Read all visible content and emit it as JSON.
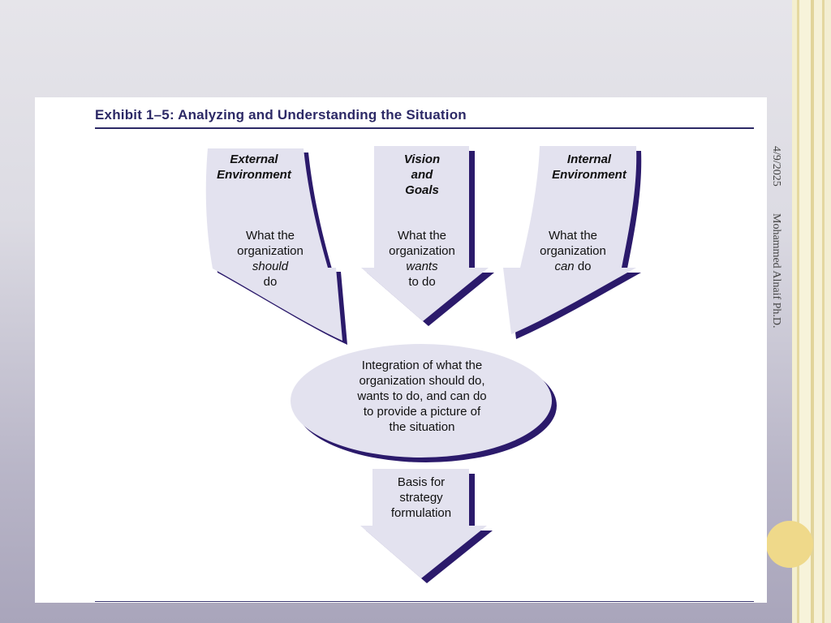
{
  "slide": {
    "date": "4/9/2025",
    "author": "Mohammed Alnaif Ph.D."
  },
  "exhibit": {
    "title": "Exhibit 1–5: Analyzing and Understanding the Situation",
    "arrows": [
      {
        "heading": [
          "External",
          "Environment"
        ],
        "body_pre": [
          "What the",
          "organization"
        ],
        "body_em": "should",
        "body_post": "do"
      },
      {
        "heading": [
          "Vision",
          "and",
          "Goals"
        ],
        "body_pre": [
          "What the",
          "organization"
        ],
        "body_em": "wants",
        "body_post": "to do"
      },
      {
        "heading": [
          "Internal",
          "Environment"
        ],
        "body_pre": [
          "What the",
          "organization"
        ],
        "body_em": "can",
        "body_post": "do"
      }
    ],
    "integration": [
      "Integration of what the",
      "organization should do,",
      "wants to do, and can do",
      "to provide a picture of",
      "the situation"
    ],
    "basis": [
      "Basis for",
      "strategy",
      "formulation"
    ]
  },
  "colors": {
    "arrow_fill": "#e3e2ef",
    "arrow_shadow": "#2b1a6b",
    "title": "#2c2966"
  }
}
